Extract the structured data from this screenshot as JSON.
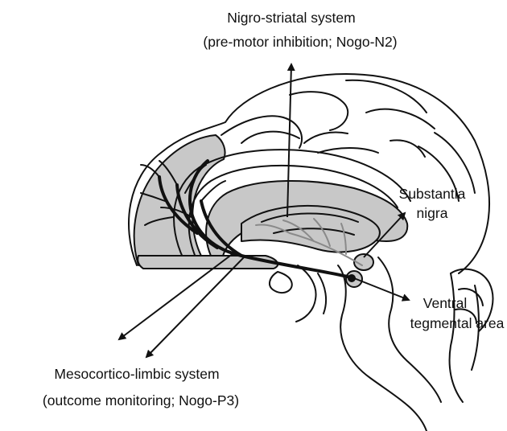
{
  "labels": {
    "nigro_title": "Nigro-striatal system",
    "nigro_sub": "(pre-motor inhibition; Nogo-N2)",
    "substantia_1": "Substantia",
    "substantia_2": "nigra",
    "ventral_1": "Ventral",
    "ventral_2": "tegmental area",
    "meso_title": "Mesocortico-limbic system",
    "meso_sub": "(outcome monitoring; Nogo-P3)"
  },
  "colors": {
    "line": "#111111",
    "shading": "#c8c8c8",
    "background": "#ffffff"
  },
  "icons": {
    "brain": "brain-sagittal-illustration",
    "arrow": "arrow-head"
  }
}
